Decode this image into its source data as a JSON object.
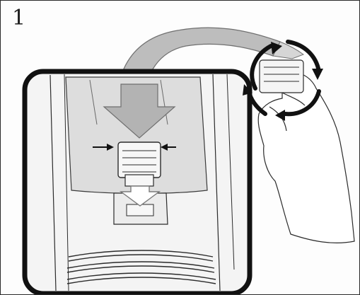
{
  "step": {
    "number": "1"
  },
  "illustration": {
    "colors": {
      "line": "#2b2b2b",
      "frame": "#111111",
      "ribbon_arrow": "#b9b9b9",
      "arrow_outline": "#7a7a7a",
      "panel": "#dcdcdc",
      "device_body": "#f2f2f2",
      "rotate_arrows": "#111111"
    },
    "icons": [
      "flip-ribbon-arrow",
      "insert-down-arrow",
      "squeeze-arrows",
      "pull-out-arrow",
      "rotate-arrows",
      "hand-holding-clip"
    ]
  }
}
